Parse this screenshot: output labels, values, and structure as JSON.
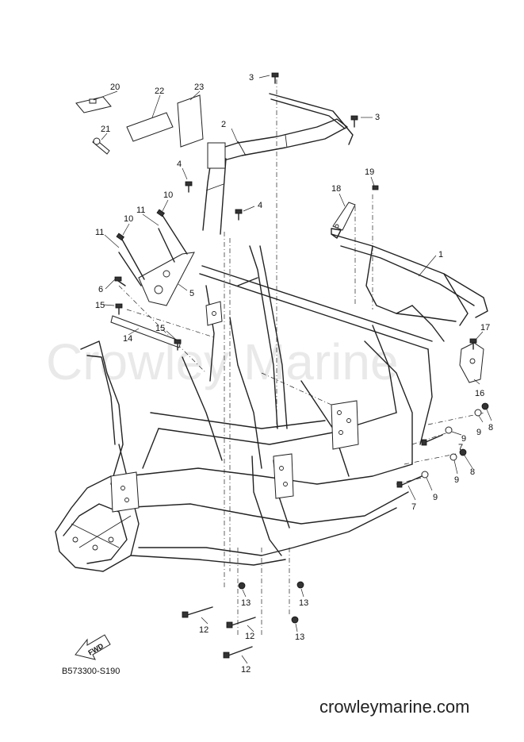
{
  "watermark": "Crowley Marine",
  "diagram_code": "B573300-S190",
  "site_url": "crowleymarine.com",
  "fwd_label": "FWD",
  "callouts": {
    "c1": "1",
    "c2": "2",
    "c3a": "3",
    "c3b": "3",
    "c4a": "4",
    "c4b": "4",
    "c5": "5",
    "c6": "6",
    "c7a": "7",
    "c7b": "7",
    "c8a": "8",
    "c8b": "8",
    "c9a": "9",
    "c9b": "9",
    "c9c": "9",
    "c9d": "9",
    "c10a": "10",
    "c10b": "10",
    "c11a": "11",
    "c11b": "11",
    "c12a": "12",
    "c12b": "12",
    "c12c": "12",
    "c13a": "13",
    "c13b": "13",
    "c13c": "13",
    "c14": "14",
    "c15a": "15",
    "c15b": "15",
    "c16": "16",
    "c17": "17",
    "c18": "18",
    "c19": "19",
    "c20": "20",
    "c21": "21",
    "c22": "22",
    "c23": "23"
  }
}
